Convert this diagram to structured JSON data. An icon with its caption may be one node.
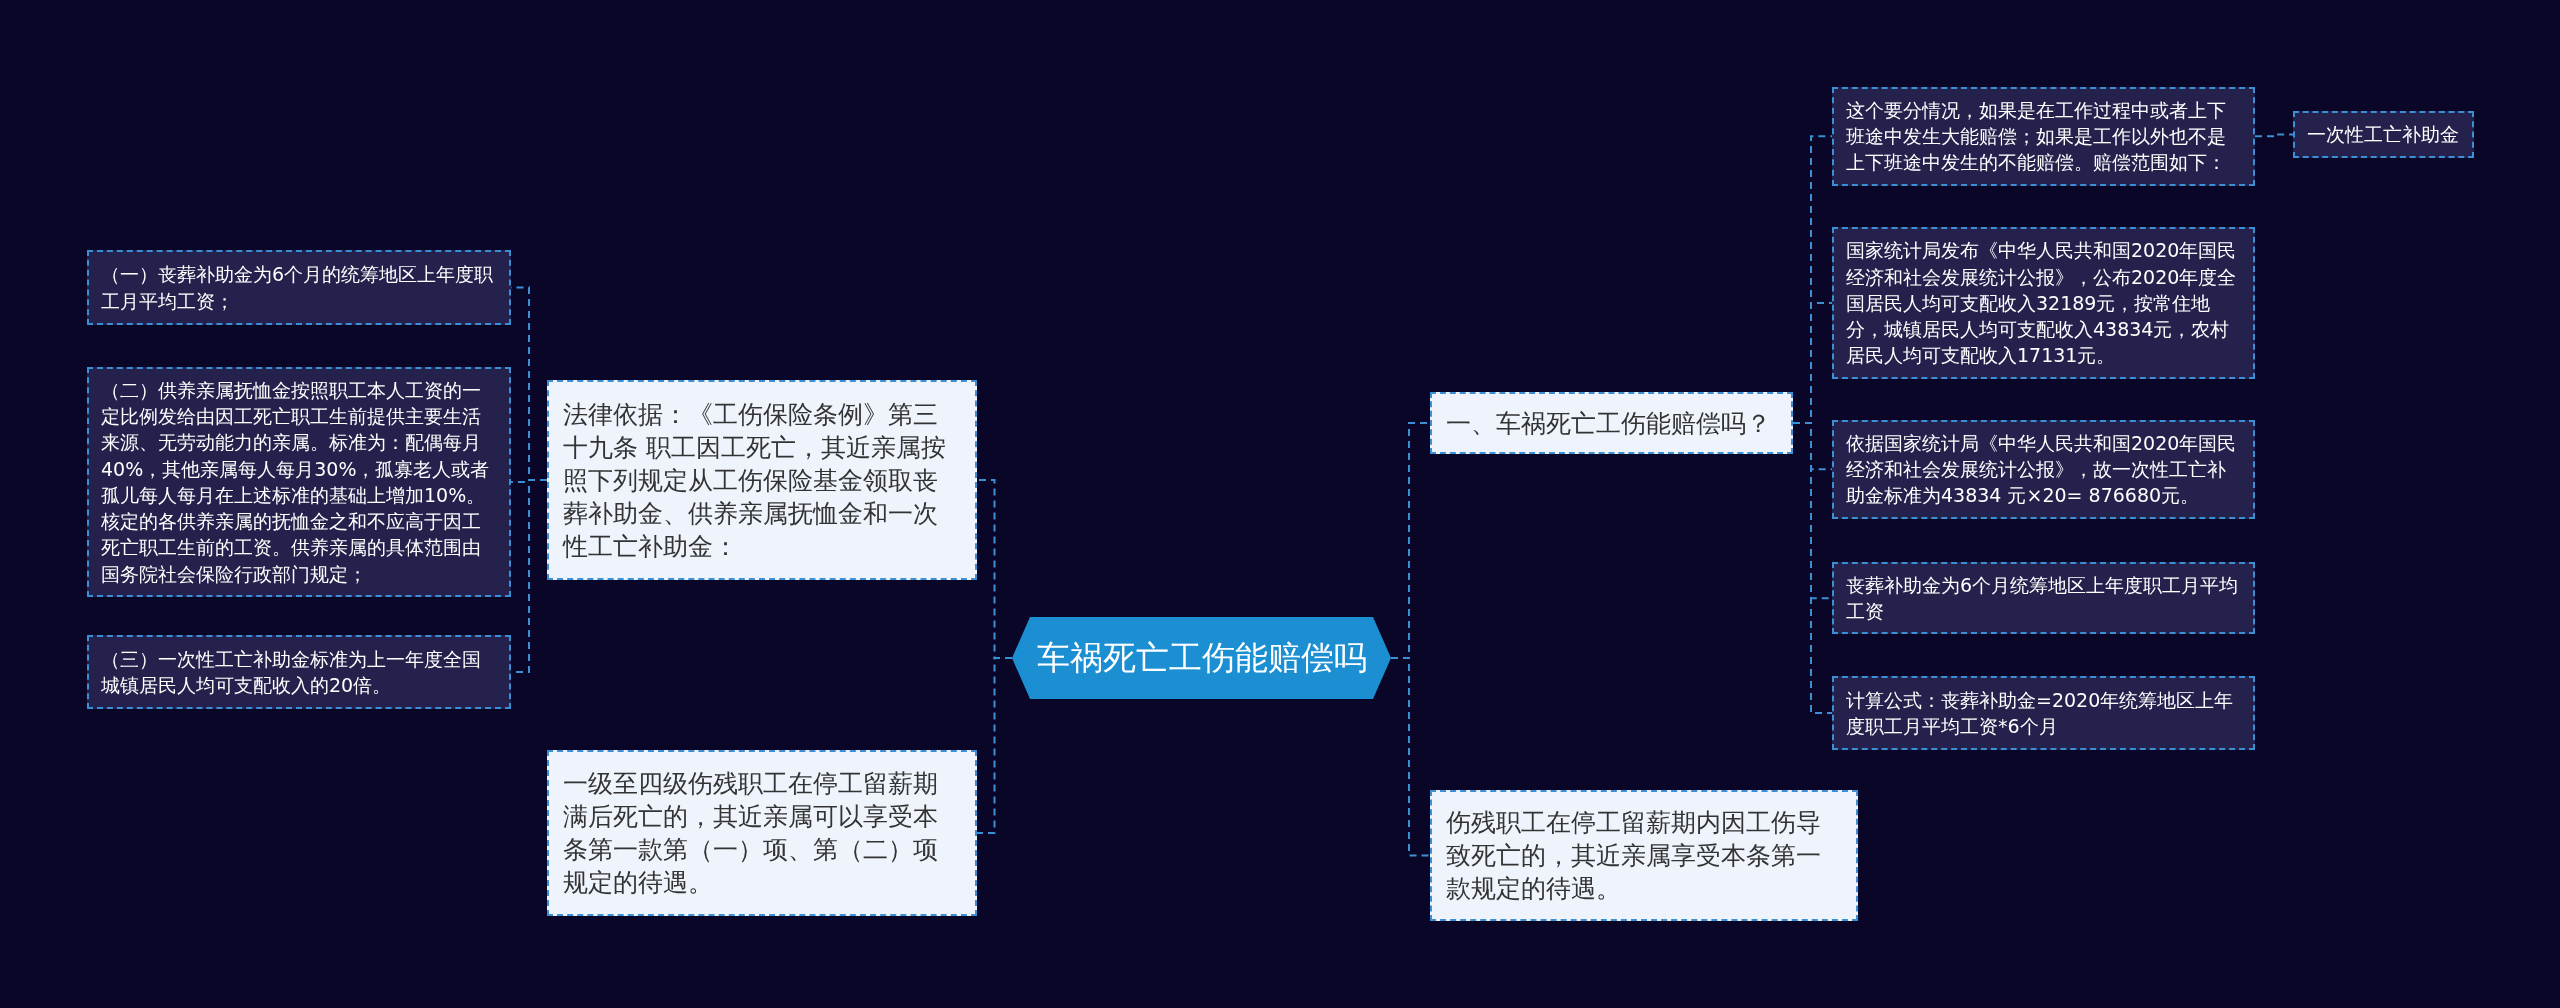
{
  "diagram": {
    "nodes": [
      {
        "text": [
          "车祸死亡工伤能赔偿吗"
        ]
      },
      {
        "text": [
          "法律依据：《工伤保险条例》第三十九条 职工因工死亡，其近亲属按照下列规定从工伤保险基金领取丧葬补助金、供养亲属抚恤金和一次性工亡补助金："
        ]
      },
      {
        "text": [
          "（一）丧葬补助金为6个月的统筹地区上年度职工月平均工资；"
        ]
      },
      {
        "text": [
          "（二）供养亲属抚恤金按照职工本人工资的一定比例发给由因工死亡职工生前提供主要生活来源、无劳动能力的亲属。标准为：配偶每月40%，其他亲属每人每月30%，孤寡老人或者孤儿每人每月在上述标准的基础上增加10%。核定的各供养亲属的抚恤金之和不应高于因工死亡职工生前的工资。供养亲属的具体范围由国务院社会保险行政部门规定；"
        ]
      },
      {
        "text": [
          "（三）一次性工亡补助金标准为上一年度全国城镇居民人均可支配收入的20倍。"
        ]
      },
      {
        "text": [
          "一级至四级伤残职工在停工留薪期满后死亡的，其近亲属可以享受本条第一款第（一）项、第（二）项规定的待遇。"
        ]
      },
      {
        "text": [
          "一、车祸死亡工伤能赔偿吗？"
        ]
      },
      {
        "text": [
          "这个要分情况，如果是在工作过程中或者上下班途中发生大能赔偿；如果是工作以外也不是上下班途中发生的不能赔偿。赔偿范围如下："
        ]
      },
      {
        "text": [
          "一次性工亡补助金"
        ]
      },
      {
        "text": [
          "国家统计局发布《中华人民共和国2020年国民经济和社会发展统计公报》，公布2020年度全国居民人均可支配收入32189元，按常住地分，城镇居民人均可支配收入43834元，农村居民人均可支配收入17131元。"
        ]
      },
      {
        "text": [
          "依据国家统计局《中华人民共和国2020年国民经济和社会发展统计公报》，故一次性工亡补助金标准为43834 元×20= 876680元。"
        ]
      },
      {
        "text": [
          "丧葬补助金为6个月统筹地区上年度职工月平均工资"
        ]
      },
      {
        "text": [
          "计算公式：丧葬补助金=2020年统筹地区上年度职工月平均工资*6个月"
        ]
      },
      {
        "text": [
          "伤残职工在停工留薪期内因工伤导致死亡的，其近亲属享受本条第一款规定的待遇。"
        ]
      }
    ],
    "edges": [
      {
        "from": 0,
        "to": 1,
        "arrow": "none"
      },
      {
        "from": 1,
        "to": 2,
        "arrow": "none"
      },
      {
        "from": 1,
        "to": 3,
        "arrow": "none"
      },
      {
        "from": 1,
        "to": 4,
        "arrow": "none"
      },
      {
        "from": 0,
        "to": 5,
        "arrow": "none"
      },
      {
        "from": 0,
        "to": 6,
        "arrow": "none"
      },
      {
        "from": 6,
        "to": 7,
        "arrow": "none"
      },
      {
        "from": 7,
        "to": 8,
        "arrow": "none"
      },
      {
        "from": 6,
        "to": 9,
        "arrow": "none"
      },
      {
        "from": 6,
        "to": 10,
        "arrow": "none"
      },
      {
        "from": 6,
        "to": 11,
        "arrow": "none"
      },
      {
        "from": 6,
        "to": 12,
        "arrow": "none"
      },
      {
        "from": 0,
        "to": 13,
        "arrow": "none"
      }
    ]
  }
}
